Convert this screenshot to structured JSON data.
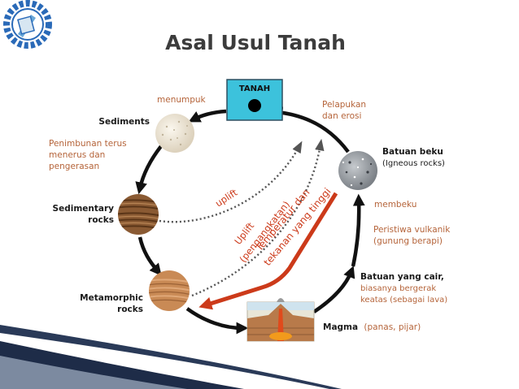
{
  "title": "Asal Usul Tanah",
  "colors": {
    "title": "#3c3c3c",
    "label_dark": "#1a1a1a",
    "label_brown": "#b5643a",
    "arrow_red": "#cc3a1a",
    "box_cyan": "#3cc2dc",
    "footer_navy": "#1e2c48"
  },
  "tanah": {
    "label": "TANAH"
  },
  "nodes": {
    "sediments": {
      "label": "Sediments"
    },
    "sedimentary": {
      "line1": "Sedimentary",
      "line2": "rocks"
    },
    "metamorphic": {
      "line1": "Metamorphic",
      "line2": "rocks"
    },
    "batuan_beku": {
      "label": "Batuan beku",
      "sub": "(Igneous rocks)"
    },
    "batuan_cair": {
      "label": "Batuan yang cair,",
      "line2": "biasanya bergerak",
      "line3": "keatas (sebagai lava)"
    },
    "magma": {
      "label": "Magma",
      "sub": "(panas, pijar)"
    }
  },
  "processes": {
    "menumpuk": "menumpuk",
    "pelapukan": {
      "line1": "Pelapukan",
      "line2": "dan erosi"
    },
    "penimbunan": {
      "line1": "Penimbunan terus",
      "line2": "menerus dan",
      "line3": "pengerasan"
    },
    "membeku": "membeku",
    "peristiwa": {
      "line1": "Peristiwa vulkanik",
      "line2": "(gunung berapi)"
    },
    "uplift": "uplift",
    "uplift2": {
      "line1": "Uplift",
      "line2": "(pengangkatan)"
    },
    "temperatur": {
      "line1": "Temperatur dan",
      "line2": "tekanan yang tinggi"
    }
  },
  "icons": {
    "logo": "gear-logo-icon",
    "sediments": "sand-pile-icon",
    "sedimentary": "layered-rock-icon",
    "metamorphic": "banded-rock-icon",
    "igneous": "granite-rock-icon",
    "magma": "volcano-icon"
  }
}
